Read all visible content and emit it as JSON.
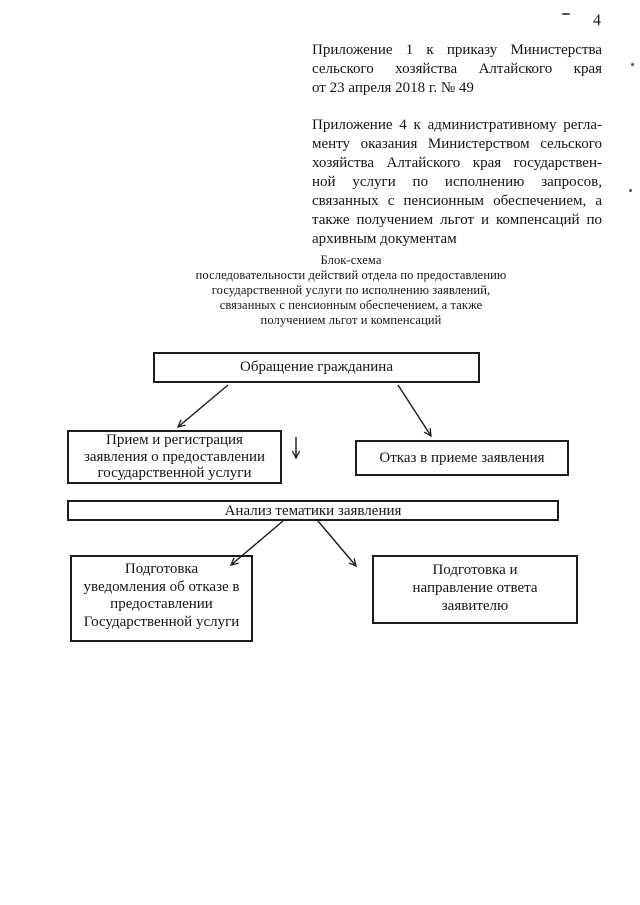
{
  "page_number": "4",
  "annex1": {
    "lines": [
      "Приложение 1 к приказу Министерства",
      "сельского хозяйства Алтайского края",
      "от 23 апреля 2018 г. № 49"
    ]
  },
  "annex4": {
    "lines": [
      "Приложение 4 к административному регла-",
      "менту оказания Министерством сельского",
      "хозяйства Алтайского края государствен-",
      "ной услуги по исполнению запросов,",
      "связанных с пенсионным обеспечением, а",
      "также получением льгот и компенсаций по",
      "архивным документам"
    ]
  },
  "schema_title": {
    "lines": [
      "Блок-схема",
      "последовательности действий отдела по предоставлению",
      "государственной услуги по исполнению заявлений,",
      "связанных с пенсионным обеспечением, а также",
      "получением льгот и компенсаций"
    ]
  },
  "flowchart": {
    "citizen_appeal": {
      "label": "Обращение гражданина"
    },
    "reception": {
      "lines": [
        "Прием и регистрация",
        "заявления о предоставлении",
        "государственной услуги"
      ]
    },
    "refusal": {
      "label": "Отказ в приеме заявления"
    },
    "analysis": {
      "label": "Анализ тематики заявления"
    },
    "refusal_notice": {
      "lines": [
        "Подготовка",
        "уведомления об отказе в",
        "предоставлении",
        "Государственной услуги"
      ]
    },
    "response": {
      "lines": [
        "Подготовка и",
        "направление ответа",
        "заявителю"
      ]
    }
  },
  "colors": {
    "ink": "#1c1c1c",
    "paper": "#ffffff"
  }
}
